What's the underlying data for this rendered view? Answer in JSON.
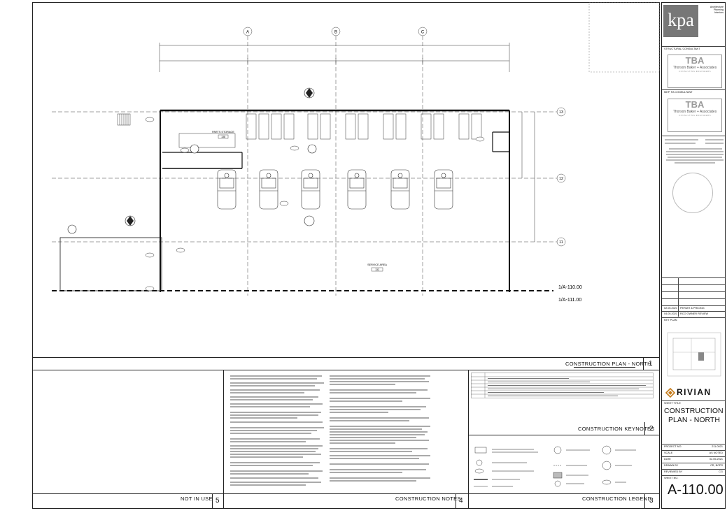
{
  "plan": {
    "grid_cols": [
      "A",
      "B",
      "C"
    ],
    "grid_rows": [
      "13",
      "12",
      "11"
    ],
    "room_1_name": "PARTS STORAGE",
    "room_1_num": "138",
    "room_2_name": "SERVICE AREA",
    "room_2_num": "132",
    "match_line_1": "1/A-110.00",
    "match_line_2": "1/A-111.00",
    "view_title": "CONSTRUCTION PLAN - NORTH",
    "view_num": "1"
  },
  "panels": {
    "keynotes_title": "CONSTRUCTION KEYNOTES",
    "keynotes_num": "2",
    "legend_title": "CONSTRUCTION LEGEND",
    "legend_num": "3",
    "notes_title": "CONSTRUCTION NOTES",
    "notes_num": "4",
    "not_in_use_title": "NOT IN USE",
    "not_in_use_num": "5"
  },
  "titleblock": {
    "logo": "kpa",
    "firm_lines": [
      "Architecture",
      "Planning",
      "Interiors"
    ],
    "structural_label": "STRUCTURAL CONSULTANT",
    "mep_label": "MEP, FA CONSULTANT",
    "consultant_logo": "TBA",
    "consultant_name": "Thorson Baker + Associates",
    "consultant_sub": "CONSULTING ENGINEERS",
    "key_plan_label": "KEY PLAN",
    "brand": "RIVIAN",
    "revisions": [
      {
        "date": "02.05.2021",
        "desc": "PERMIT & PRICING"
      },
      {
        "date": "04.05.2021",
        "desc": "RCO OWNER REVIEW"
      }
    ],
    "sheet_title_label": "SHEET TITLE",
    "sheet_title_1": "CONSTRUCTION",
    "sheet_title_2": "PLAN - NORTH",
    "info": [
      {
        "k": "PROJECT NO.",
        "v": "211-0021"
      },
      {
        "k": "SCALE",
        "v": "AS NOTED"
      },
      {
        "k": "DATE",
        "v": "02.05.2021"
      },
      {
        "k": "DRAWN BY",
        "v": "CR, BCPS"
      },
      {
        "k": "REVIEWED BY",
        "v": "CG"
      }
    ],
    "sheet_no_label": "SHEET NO.",
    "sheet_no": "A-110.00"
  }
}
